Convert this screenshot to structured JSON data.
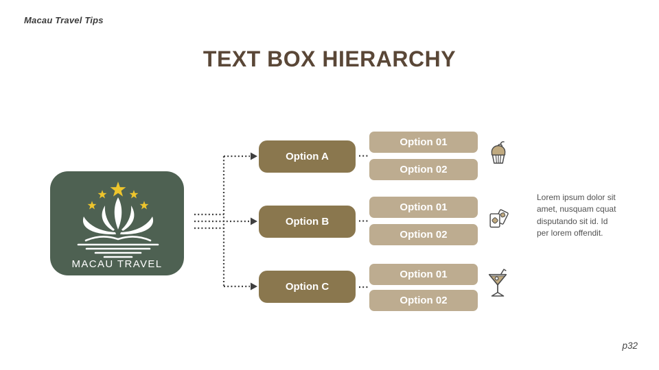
{
  "slide": {
    "eyebrow": "Macau Travel Tips",
    "title": "TEXT BOX HIERARCHY",
    "description": "Lorem ipsum dolor sit amet, nusquam cquat disputando sit id. Id per lorem offendit.",
    "page_number": "p32"
  },
  "logo": {
    "label": "MACAU TRAVEL",
    "background_color": "#4e6152",
    "star_color": "#eec52c",
    "motif": "lotus-stars-waves"
  },
  "hierarchy": {
    "branch_color": "#8a774e",
    "child_color": "#bdac90",
    "connector_color": "#3f3f3f",
    "branches": [
      {
        "label": "Option A",
        "icon": "cupcake-icon",
        "children": [
          {
            "label": "Option 01"
          },
          {
            "label": "Option 02"
          }
        ]
      },
      {
        "label": "Option B",
        "icon": "playing-cards-icon",
        "children": [
          {
            "label": "Option 01"
          },
          {
            "label": "Option 02"
          }
        ]
      },
      {
        "label": "Option C",
        "icon": "cocktail-icon",
        "children": [
          {
            "label": "Option 01"
          },
          {
            "label": "Option 02"
          }
        ]
      }
    ]
  },
  "colors": {
    "title": "#5a4737",
    "eyebrow": "#3a3a3a",
    "icon_outline": "#4a4a4a",
    "icon_fill": "#c0aa80",
    "background": "#ffffff"
  }
}
